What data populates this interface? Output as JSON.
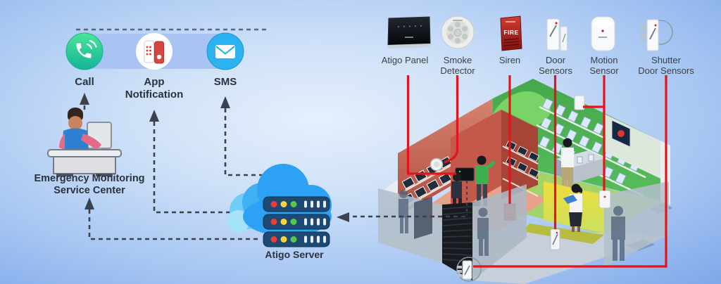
{
  "channels": {
    "call": "Call",
    "app_line1": "App",
    "app_line2": "Notification",
    "sms": "SMS"
  },
  "monitoring_center": {
    "line1": "Emergency Monitoring",
    "line2": "Service Center"
  },
  "server": {
    "label": "Atigo Server"
  },
  "devices": [
    {
      "line1": "Atigo Panel",
      "line2": ""
    },
    {
      "line1": "Smoke",
      "line2": "Detector"
    },
    {
      "line1": "Siren",
      "line2": ""
    },
    {
      "line1": "Door",
      "line2": "Sensors"
    },
    {
      "line1": "Motion",
      "line2": "Sensor"
    },
    {
      "line1": "Shutter",
      "line2": "Door Sensors"
    }
  ],
  "building": {
    "siren_box_text": "FIRE"
  },
  "icons": {
    "call_icon": "phone-handset",
    "app_notification_icon": "mobile-phones",
    "sms_icon": "envelope",
    "server_icon": "cloud-server-rack"
  },
  "colors": {
    "red_connector": "#e1151b",
    "dashed_connector": "#3b424e",
    "pill_blue": "#a9c4f2",
    "cloud_blue": "#2da1f3",
    "server_rack_navy": "#1c4a74",
    "call_green": "#2fd489",
    "sms_blue": "#2cb3ef"
  }
}
